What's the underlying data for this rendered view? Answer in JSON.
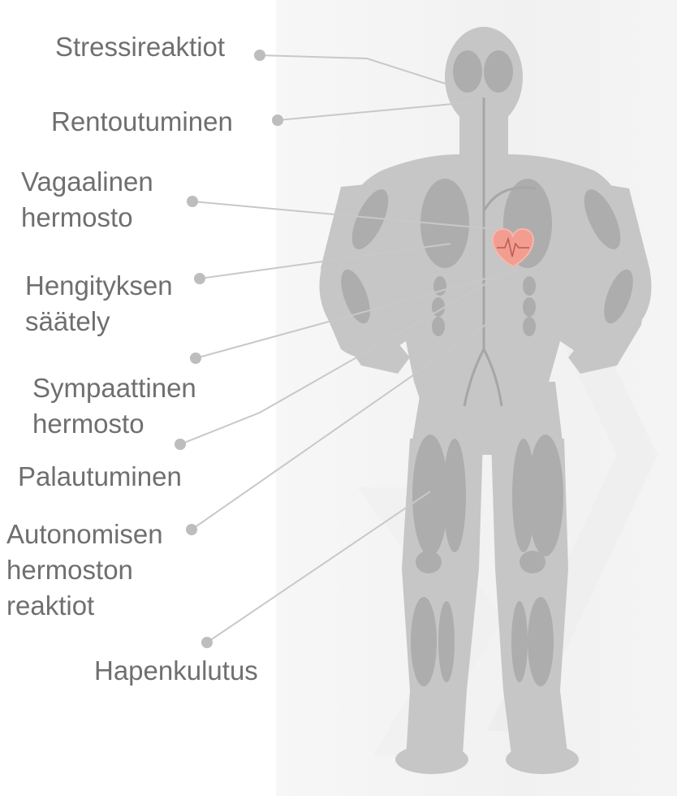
{
  "labels": {
    "stress": "Stressireaktiot",
    "relax": "Rentoutuminen",
    "vagal_1": "Vagaalinen",
    "vagal_2": "hermosto",
    "breath_1": "Hengityksen",
    "breath_2": "säätely",
    "symp_1": "Sympaattinen",
    "symp_2": "hermosto",
    "recovery": "Palautuminen",
    "auto_1": "Autonomisen",
    "auto_2": "hermoston",
    "auto_3": "reaktiot",
    "oxygen": "Hapenkulutus"
  },
  "colors": {
    "text": "#6f6f6f",
    "body": "#c6c6c6",
    "muscle": "#adadad",
    "line": "#c8c8c8",
    "dot": "#bdbdbd",
    "heart": "#f39c90"
  },
  "icons": {
    "heart": "heart-ecg-icon"
  }
}
